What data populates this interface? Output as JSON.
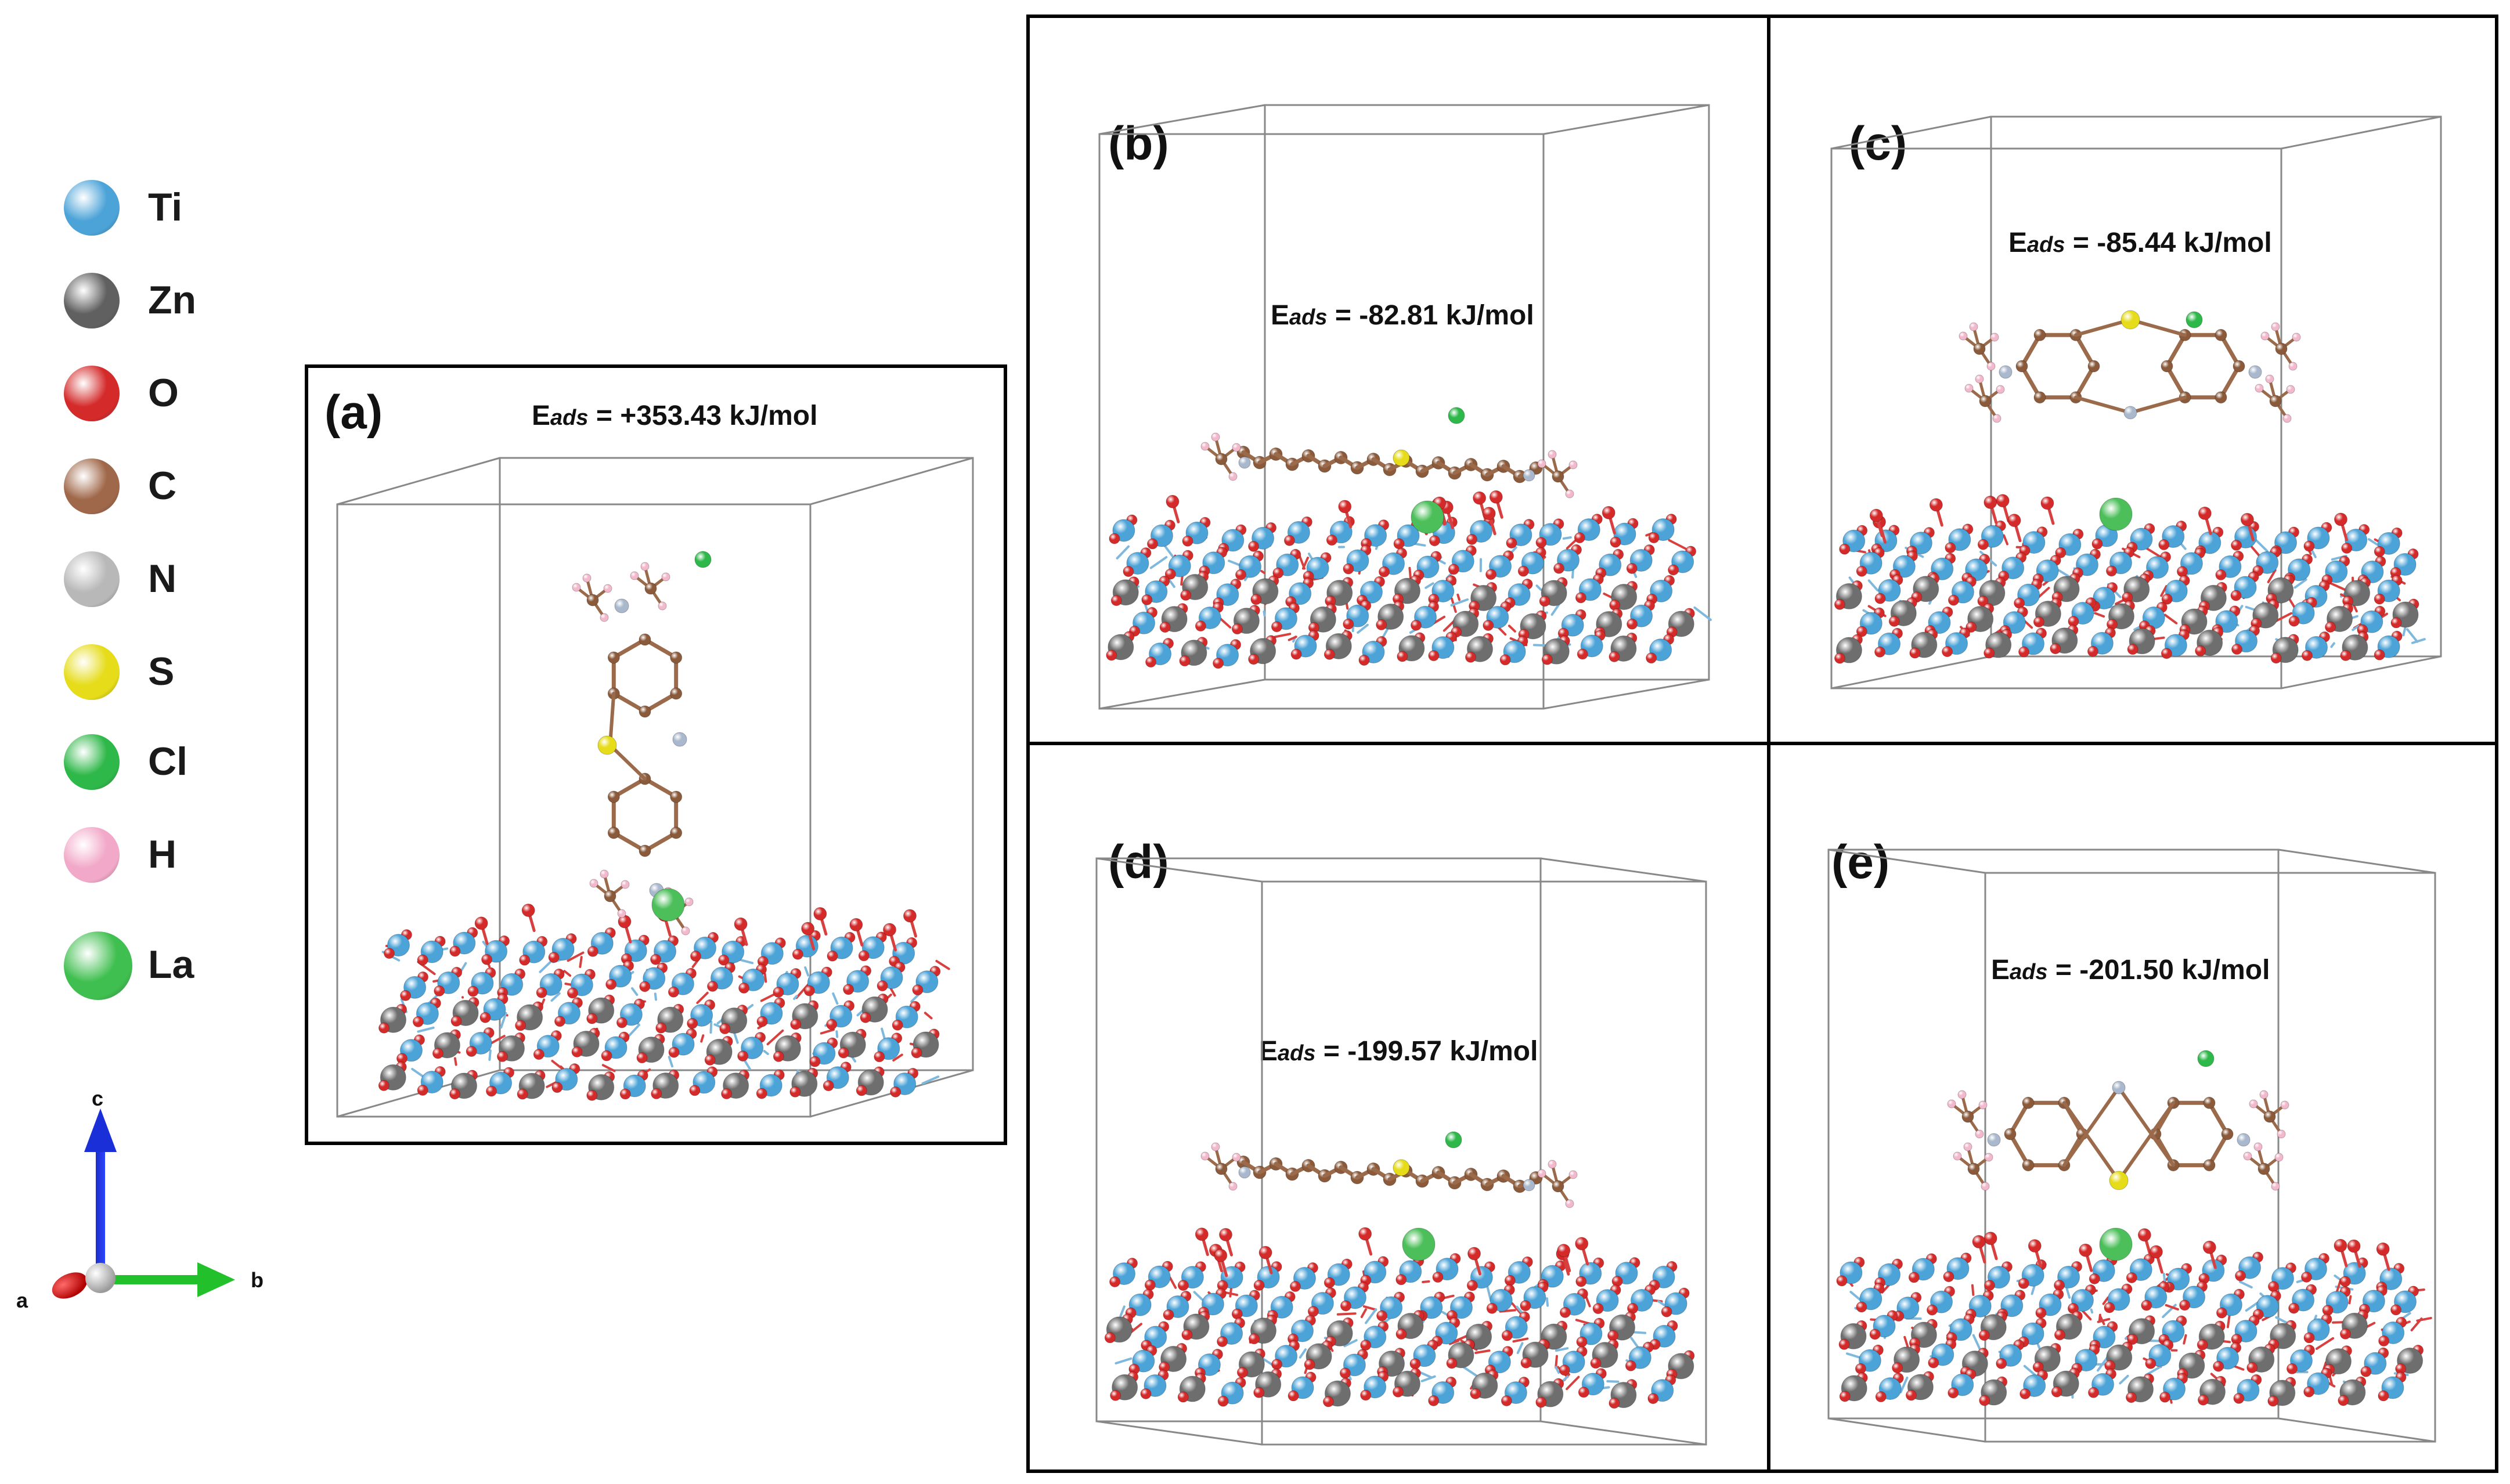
{
  "legend": {
    "items": [
      {
        "label": "Ti",
        "color": "#4ba3d8"
      },
      {
        "label": "Zn",
        "color": "#606060"
      },
      {
        "label": "O",
        "color": "#d42a2a"
      },
      {
        "label": "C",
        "color": "#a0684a"
      },
      {
        "label": "N",
        "color": "#b8b8b8"
      },
      {
        "label": "S",
        "color": "#e6dc1a"
      },
      {
        "label": "Cl",
        "color": "#2fb84a"
      },
      {
        "label": "H",
        "color": "#f2a8c8"
      },
      {
        "label": "La",
        "color": "#3fbf4f"
      }
    ]
  },
  "axes": {
    "c": "c",
    "a": "a",
    "b": "b"
  },
  "panels": [
    {
      "label": "(a)",
      "energy_prefix": "E",
      "energy_sub": "ads",
      "energy_value": " = +353.43 kJ/mol",
      "orientation": "vertical"
    },
    {
      "label": "(b)",
      "energy_prefix": "E",
      "energy_sub": "ads",
      "energy_value": " = -82.81 kJ/mol",
      "orientation": "flat"
    },
    {
      "label": "(c)",
      "energy_prefix": "E",
      "energy_sub": "ads",
      "energy_value": " = -85.44 kJ/mol",
      "orientation": "tilted"
    },
    {
      "label": "(d)",
      "energy_prefix": "E",
      "energy_sub": "ads",
      "energy_value": " = -199.57 kJ/mol",
      "orientation": "flat"
    },
    {
      "label": "(e)",
      "energy_prefix": "E",
      "energy_sub": "ads",
      "energy_value": " = -201.50 kJ/mol",
      "orientation": "tilted"
    }
  ],
  "colors": {
    "ti": "#4ba3d8",
    "zn": "#6e6e6e",
    "o": "#d42a2a",
    "c": "#8a5a3a",
    "n": "#a9b8cc",
    "s": "#e6dc1a",
    "cl": "#2fb84a",
    "h": "#f2b8cc",
    "la": "#4cbf5a",
    "line": "#888888"
  }
}
